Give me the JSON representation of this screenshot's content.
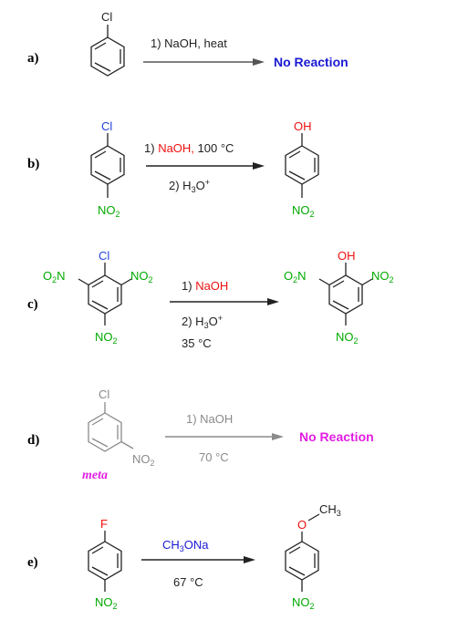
{
  "colors": {
    "black": "#222222",
    "red": "#ee1111",
    "blue": "#2244dd",
    "green": "#00aa00",
    "magenta": "#e21ee2",
    "navy": "#1a1ad4",
    "gray": "#8a8a8a"
  },
  "reactions": [
    {
      "label": "a)",
      "reactant": {
        "top": "Cl"
      },
      "conditions_above": "1) NaOH, heat",
      "result": "No Reaction"
    },
    {
      "label": "b)",
      "reactant": {
        "top": "Cl",
        "bottom": "NO2"
      },
      "conditions_above": {
        "step": "1)",
        "reagent": "NaOH,",
        "temp": "100 °C"
      },
      "conditions_below": "2) H3O+",
      "product": {
        "top": "OH",
        "bottom": "NO2"
      }
    },
    {
      "label": "c)",
      "reactant": {
        "top": "Cl",
        "left": "O2N",
        "right": "NO2",
        "bottom": "NO2"
      },
      "conditions_above": {
        "step": "1)",
        "reagent": "NaOH"
      },
      "conditions_below": [
        "2) H3O+",
        "35 °C"
      ],
      "product": {
        "top": "OH",
        "left": "O2N",
        "right": "NO2",
        "bottom": "NO2"
      }
    },
    {
      "label": "d)",
      "reactant": {
        "top": "Cl",
        "side": "NO2"
      },
      "isomer_label": "meta",
      "conditions_above": "1) NaOH",
      "conditions_below": "70 °C",
      "result": "No Reaction"
    },
    {
      "label": "e)",
      "reactant": {
        "top": "F",
        "bottom": "NO2"
      },
      "conditions_above": "CH3ONa",
      "conditions_below": "67 °C",
      "product": {
        "top_o": "O",
        "top_methyl": "CH3",
        "bottom": "NO2"
      }
    }
  ]
}
